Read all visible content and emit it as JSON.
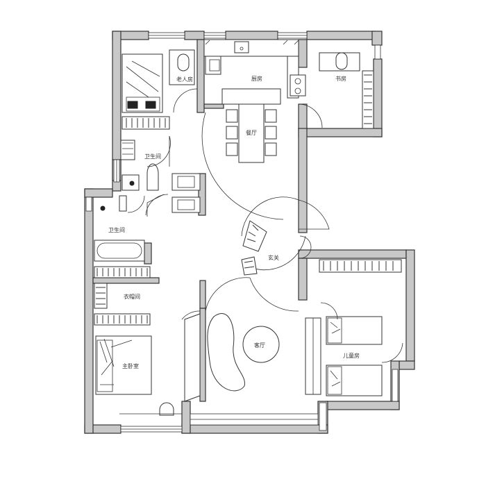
{
  "rooms": {
    "elder_room": "老人房",
    "kitchen": "厨房",
    "study": "书房",
    "dining": "餐厅",
    "bathroom_upper": "卫生间",
    "bathroom_lower": "卫生间",
    "entrance": "玄关",
    "closet": "衣帽间",
    "living": "客厅",
    "master_bedroom": "主卧室",
    "kids_room": "儿童房"
  },
  "colors": {
    "wall_fill": "#c8c8c8",
    "line": "#333333",
    "background": "#ffffff"
  }
}
